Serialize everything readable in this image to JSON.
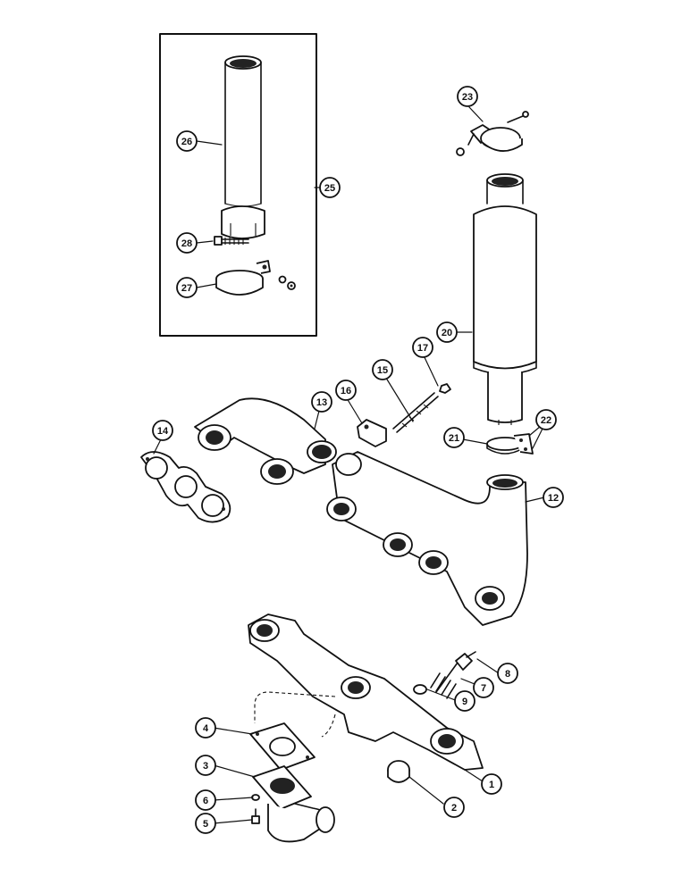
{
  "diagram": {
    "callouts": [
      {
        "id": "c1",
        "label": "1"
      },
      {
        "id": "c2",
        "label": "2"
      },
      {
        "id": "c3",
        "label": "3"
      },
      {
        "id": "c4",
        "label": "4"
      },
      {
        "id": "c5",
        "label": "5"
      },
      {
        "id": "c6",
        "label": "6"
      },
      {
        "id": "c7",
        "label": "7"
      },
      {
        "id": "c8",
        "label": "8"
      },
      {
        "id": "c9",
        "label": "9"
      },
      {
        "id": "c12",
        "label": "12"
      },
      {
        "id": "c13",
        "label": "13"
      },
      {
        "id": "c14",
        "label": "14"
      },
      {
        "id": "c15",
        "label": "15"
      },
      {
        "id": "c16",
        "label": "16"
      },
      {
        "id": "c17",
        "label": "17"
      },
      {
        "id": "c20",
        "label": "20"
      },
      {
        "id": "c21",
        "label": "21"
      },
      {
        "id": "c22",
        "label": "22"
      },
      {
        "id": "c23",
        "label": "23"
      },
      {
        "id": "c25",
        "label": "25"
      },
      {
        "id": "c26",
        "label": "26"
      },
      {
        "id": "c27",
        "label": "27"
      },
      {
        "id": "c28",
        "label": "28"
      }
    ]
  }
}
